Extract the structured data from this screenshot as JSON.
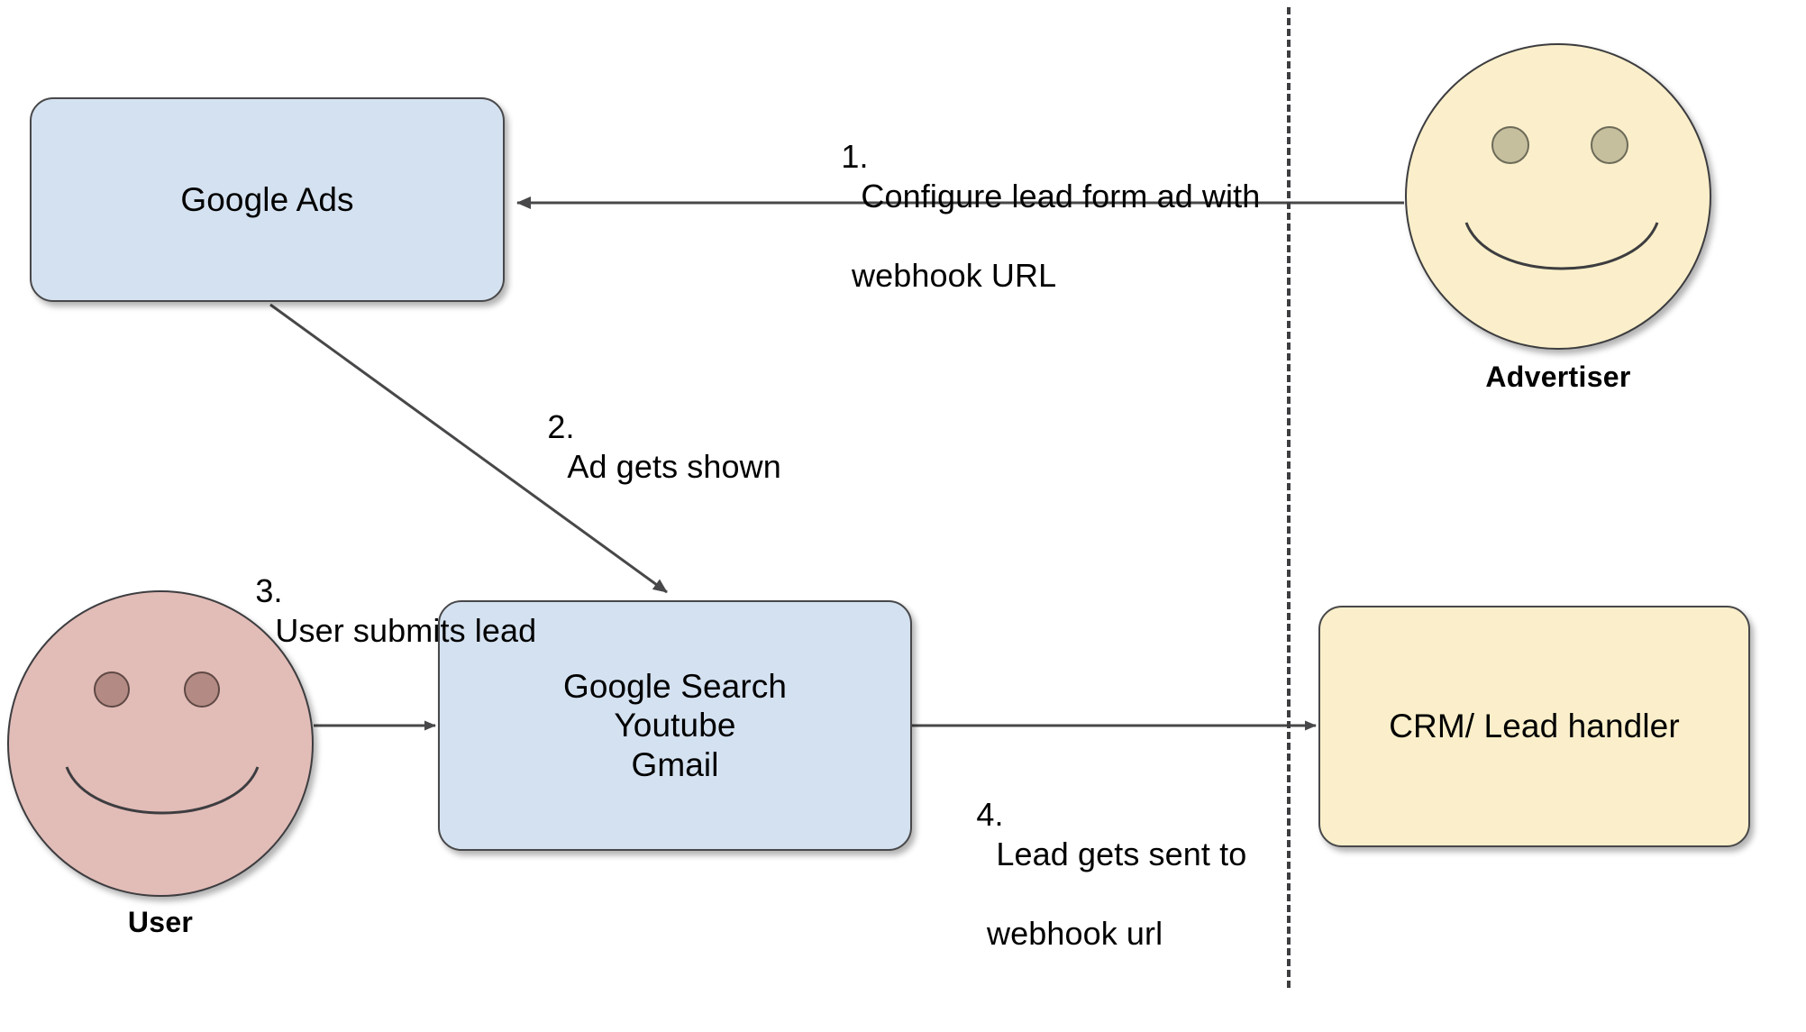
{
  "diagram": {
    "title": "Google Ads lead form webhook flow",
    "colors": {
      "box_blue": "#d4e1f0",
      "box_cream": "#faefca",
      "face_rose": "#e2bcb7",
      "eye_olive": "#c5bf9e",
      "eye_rose": "#b48b84",
      "stroke": "#48484a",
      "background": "#ffffff"
    },
    "nodes": {
      "google_ads": {
        "label": "Google Ads"
      },
      "channels": {
        "lines": [
          "Google Search",
          "Youtube",
          "Gmail"
        ]
      },
      "crm": {
        "label": "CRM/ Lead handler"
      }
    },
    "actors": {
      "advertiser": {
        "label": "Advertiser"
      },
      "user": {
        "label": "User"
      }
    },
    "edge_labels": [
      {
        "number": "1.",
        "lines": [
          "Configure lead form ad with",
          "webhook URL"
        ]
      },
      {
        "number": "2.",
        "lines": [
          "Ad gets shown"
        ]
      },
      {
        "number": "3.",
        "lines": [
          "User submits lead"
        ]
      },
      {
        "number": "4.",
        "lines": [
          "Lead gets sent to",
          "webhook url"
        ]
      }
    ]
  }
}
